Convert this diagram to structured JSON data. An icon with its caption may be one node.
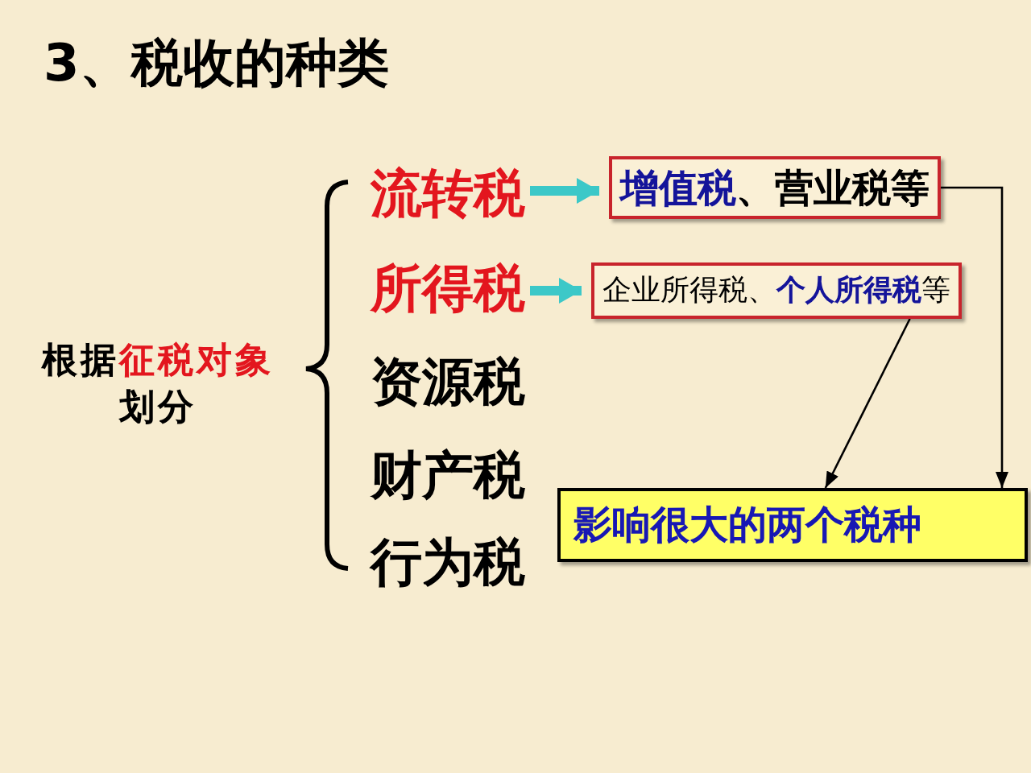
{
  "diagram": {
    "title": "3、税收的种类",
    "nodes": [
      {
        "text": [
          "根据**征税对象**划分"
        ]
      },
      {
        "text": [
          "流转税"
        ]
      },
      {
        "text": [
          "**增值税**、营业税等"
        ]
      },
      {
        "text": [
          "所得税"
        ]
      },
      {
        "text": [
          "企业所得税、**个人所得税**等"
        ]
      },
      {
        "text": [
          "资源税"
        ]
      },
      {
        "text": [
          "财产税"
        ]
      },
      {
        "text": [
          "行为税"
        ]
      },
      {
        "text": [
          "影响很大的两个税种"
        ]
      }
    ],
    "edges": [
      {
        "from": 1,
        "to": 2,
        "arrow": "to",
        "style": "thick",
        "color": "#3cc8c8"
      },
      {
        "from": 3,
        "to": 4,
        "arrow": "to",
        "style": "thick",
        "color": "#3cc8c8"
      },
      {
        "from": 2,
        "to": 8,
        "arrow": "to",
        "color": "#000000"
      },
      {
        "from": 4,
        "to": 8,
        "arrow": "to",
        "color": "#000000"
      }
    ]
  }
}
